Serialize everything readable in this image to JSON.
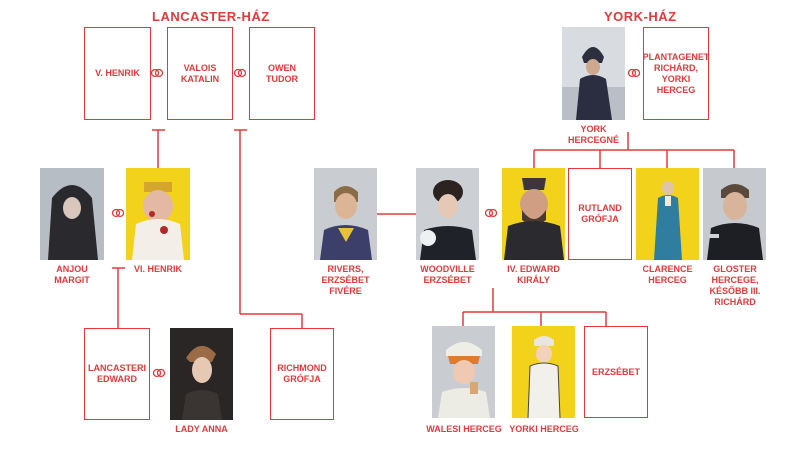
{
  "houses": {
    "lancaster": "LANCASTER-HÁZ",
    "york": "YORK-HÁZ"
  },
  "people": {
    "henrik5": "V. HENRIK",
    "katalin": "VALOIS KATALIN",
    "owen": "OWEN TUDOR",
    "anjou": "ANJOU MARGIT",
    "henrik6": "VI. HENRIK",
    "edward_l": "LANCASTERI EDWARD",
    "anna": "LADY ANNA",
    "richmond": "RICHMOND GRÓFJA",
    "york_duchess": "YORK HERCEGNÉ",
    "plantagenet": "PLANTAGENET RICHÁRD, YORKI HERCEG",
    "rivers": "RIVERS, ERZSÉBET FIVÉRE",
    "woodville": "WOODVILLE ERZSÉBET",
    "edward4": "IV. EDWARD KIRÁLY",
    "rutland": "RUTLAND GRÓFJA",
    "clarence": "CLARENCE HERCEG",
    "gloster": "GLOSTER HERCEGE, KÉSŐBB III. RICHÁRD",
    "walesi": "WALESI HERCEG",
    "yorki": "YORKI HERCEG",
    "erzsebet": "ERZSÉBET"
  },
  "colors": {
    "accent": "#e23a3a",
    "photo_yellow": "#f2d21b"
  }
}
